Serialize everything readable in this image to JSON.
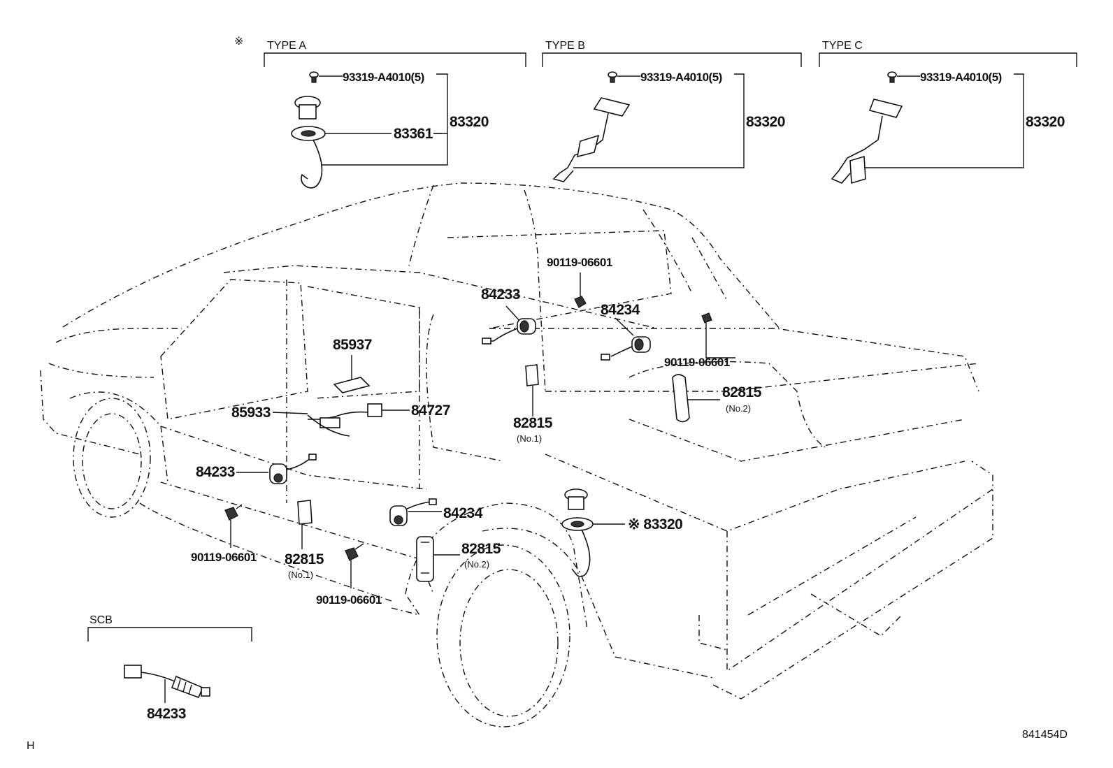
{
  "type_headers": [
    "TYPE A",
    "TYPE B",
    "TYPE C"
  ],
  "asterisk": "※",
  "scb_header": "SCB",
  "diagram_id": "841454D",
  "corner_mark": "H",
  "parts": {
    "screw_a4010": "93319-A4010(5)",
    "gauge_assy": "83320",
    "gasket": "83361",
    "screw_06601": "90119-06601",
    "door_switch_84233": "84233",
    "door_switch_84234": "84234",
    "bracket_85937": "85937",
    "wire_85933": "85933",
    "relay_84727": "84727",
    "reflector_82815": "82815",
    "no1": "(No.1)",
    "no2": "(No.2)",
    "gauge_asterisk": "※ 83320"
  }
}
